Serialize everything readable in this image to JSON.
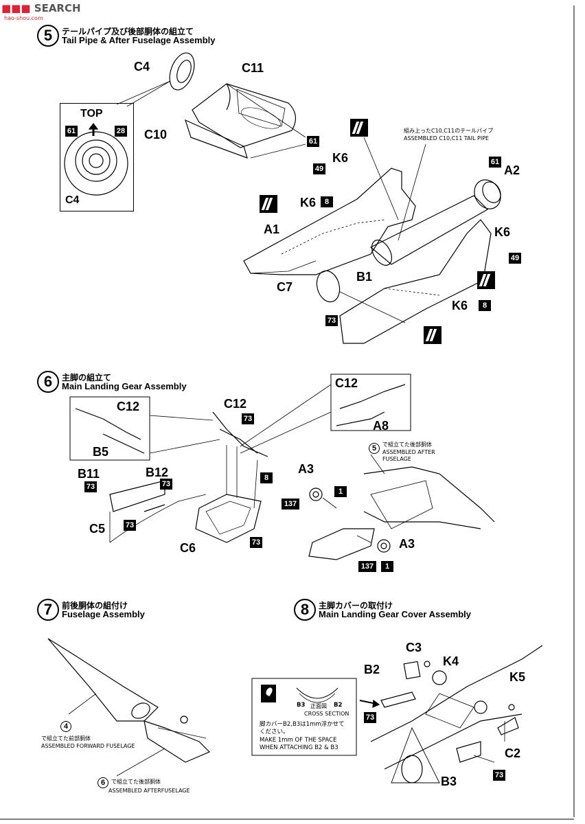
{
  "watermark": {
    "brand": "SEARCH",
    "site": "hao-shou.com"
  },
  "steps": {
    "s5": {
      "num": "5",
      "jp": "テールパイプ及び後部胴体の組立て",
      "en": "Tail Pipe & After Fuselage Assembly"
    },
    "s6": {
      "num": "6",
      "jp": "主脚の組立て",
      "en": "Main Landing Gear Assembly"
    },
    "s7": {
      "num": "7",
      "jp": "前後胴体の組付け",
      "en": "Fuselage Assembly"
    },
    "s8": {
      "num": "8",
      "jp": "主脚カバーの取付け",
      "en": "Main Landing Gear Cover Assembly"
    }
  },
  "s5_parts": {
    "c4": "C4",
    "c11": "C11",
    "c10": "C10",
    "top": "TOP",
    "c4_inset": "C4",
    "k6a": "K6",
    "k6b": "K6",
    "k6c": "K6",
    "k6d": "K6",
    "a1": "A1",
    "a2": "A2",
    "b1": "B1",
    "c7": "C7",
    "note_jp": "組み上ったC10,C11のテールパイプ",
    "note_en": "ASSEMBLED C10,C11 TAIL PIPE"
  },
  "s5_colors": {
    "inset_left": "61",
    "inset_right": "28",
    "c10_61": "61",
    "k6_49": "49",
    "k6_8": "8",
    "a2_61": "61",
    "k6_49b": "49",
    "k6_8b": "8",
    "c7_73": "73"
  },
  "s6_parts": {
    "c12_inset_l": "C12",
    "b5": "B5",
    "c12_center": "C12",
    "c12_inset_r": "C12",
    "a8": "A8",
    "b11": "B11",
    "b12": "B12",
    "c5": "C5",
    "c6": "C6",
    "a3_top": "A3",
    "a3_bot": "A3",
    "note_num": "5",
    "note_jp": "で組立てた後部胴体",
    "note_en1": "ASSEMBLED AFTER",
    "note_en2": "FUSELAGE"
  },
  "s6_colors": {
    "c12_73": "73",
    "gear_8": "8",
    "b11_73": "73",
    "b12_73": "73",
    "c5_73": "73",
    "c6_73": "73",
    "a3_137_top": "137",
    "a3_1_top": "1",
    "a3_137_bot": "137",
    "a3_1_bot": "1"
  },
  "s7_notes": {
    "fwd_num": "4",
    "fwd_jp": "で組立てた前部胴体",
    "fwd_en": "ASSEMBLED FORWARD FUSELAGE",
    "aft_num": "6",
    "aft_jp": "で組立てた後部胴体",
    "aft_en": "ASSEMBLED AFTERFUSELAGE"
  },
  "s8_parts": {
    "c3": "C3",
    "k4": "K4",
    "k5": "K5",
    "b2": "B2",
    "b3": "B3",
    "c2": "C2",
    "cross_b3": "B3",
    "cross_front_jp": "正面図",
    "cross_b2": "B2",
    "cross_section": "CROSS SECTION",
    "note_jp1": "脚カバーB2,B3は1mm浮かせて",
    "note_jp2": "ください。",
    "note_en1": "MAKE 1mm OF THE SPACE",
    "note_en2": "WHEN ATTACHING B2 & B3"
  },
  "s8_colors": {
    "b2_73": "73",
    "b3_73": "73"
  }
}
